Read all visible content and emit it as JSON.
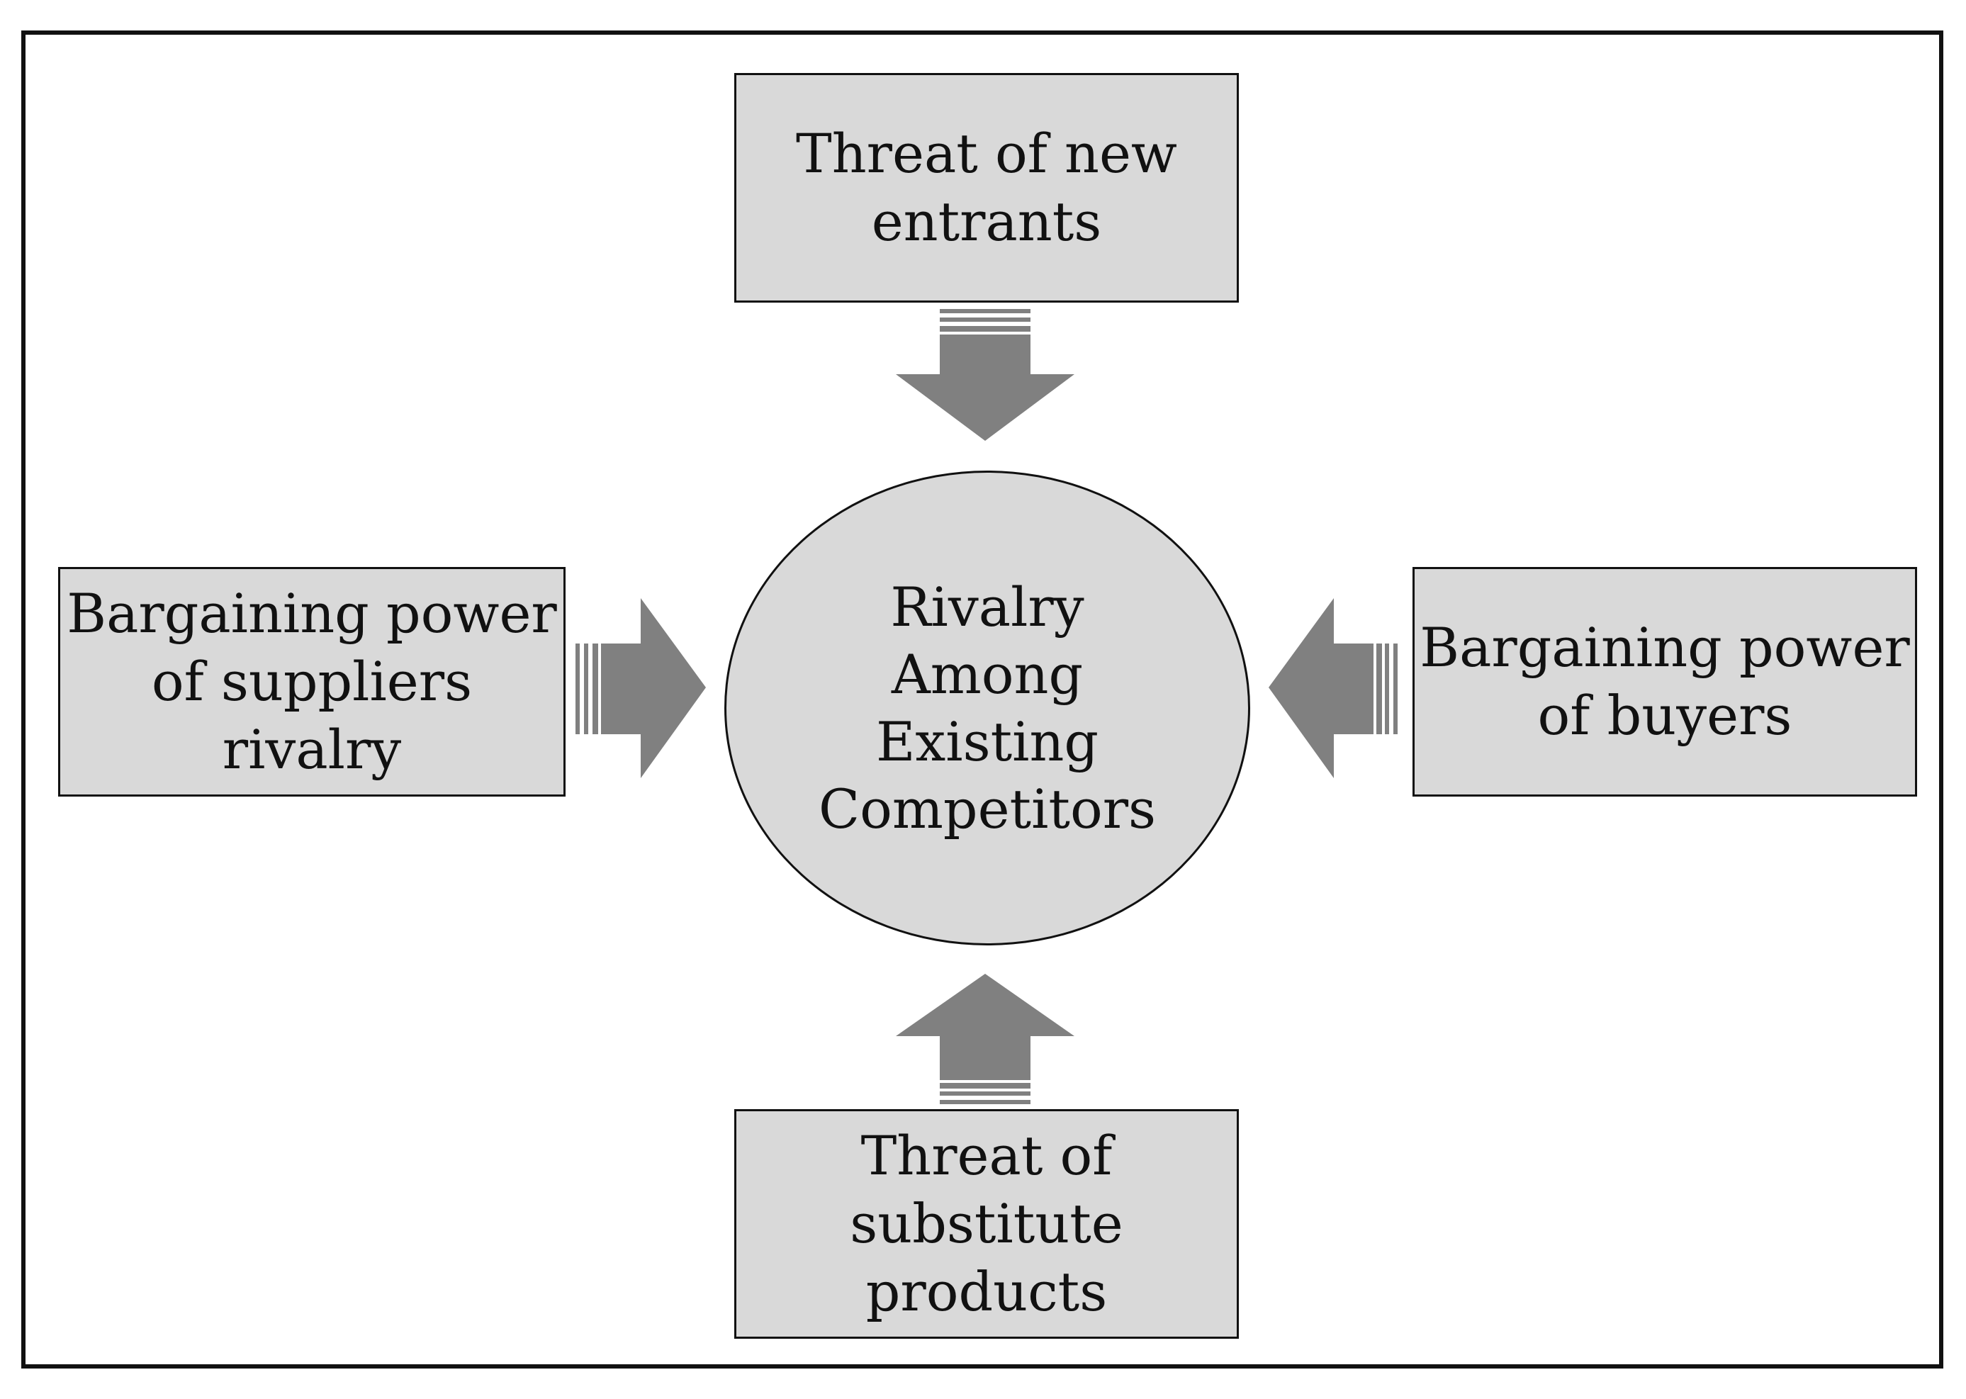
{
  "diagram": {
    "center": {
      "lines": [
        "Rivalry",
        "Among",
        "Existing",
        "Competitors"
      ]
    },
    "forces": {
      "top": {
        "lines": [
          "Threat of new",
          "entrants"
        ]
      },
      "left": {
        "lines": [
          "Bargaining power",
          "of suppliers",
          "rivalry"
        ]
      },
      "right": {
        "lines": [
          "Bargaining power",
          "of buyers"
        ]
      },
      "bottom": {
        "lines": [
          "Threat of",
          "substitute",
          "products"
        ]
      }
    },
    "colors": {
      "box_fill": "#d9d9d9",
      "arrow_fill": "#808080",
      "border": "#111111"
    }
  }
}
